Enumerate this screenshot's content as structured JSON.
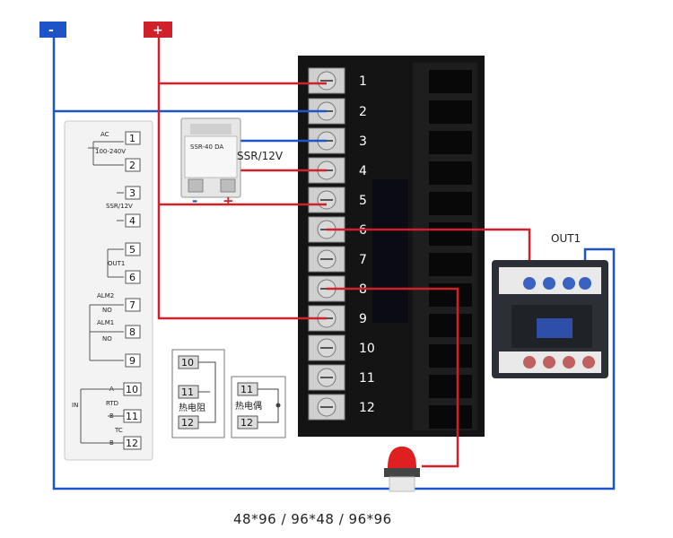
{
  "polarity": {
    "negative_label": "-",
    "positive_label": "+",
    "negative_color": "#1f54c8",
    "positive_color": "#d0202a"
  },
  "terminals": [
    "1",
    "2",
    "3",
    "4",
    "5",
    "6",
    "7",
    "8",
    "9",
    "10",
    "11",
    "12"
  ],
  "ssr": {
    "label": "SSR/12V",
    "minus": "-",
    "plus": "+",
    "model": "SSR-40 DA"
  },
  "contactor": {
    "label": "OUT1"
  },
  "legend": {
    "ac": "AC",
    "voltage": "100-240V",
    "ssr12v": "SSR/12V",
    "out1": "OUT1",
    "alm2": "ALM2",
    "alm1": "ALM1",
    "no": "NO",
    "in": "IN",
    "a": "A",
    "b": "B",
    "rtd": "RTD",
    "tc": "TC",
    "nums": [
      "1",
      "2",
      "3",
      "4",
      "5",
      "6",
      "7",
      "8",
      "9",
      "10",
      "11",
      "12"
    ]
  },
  "rtd_box": {
    "nums": [
      "10",
      "11",
      "12"
    ],
    "label": "热电阻"
  },
  "tc_box": {
    "nums": [
      "11",
      "12"
    ],
    "label": "热电偶"
  },
  "caption": "48*96 / 96*48 / 96*96"
}
